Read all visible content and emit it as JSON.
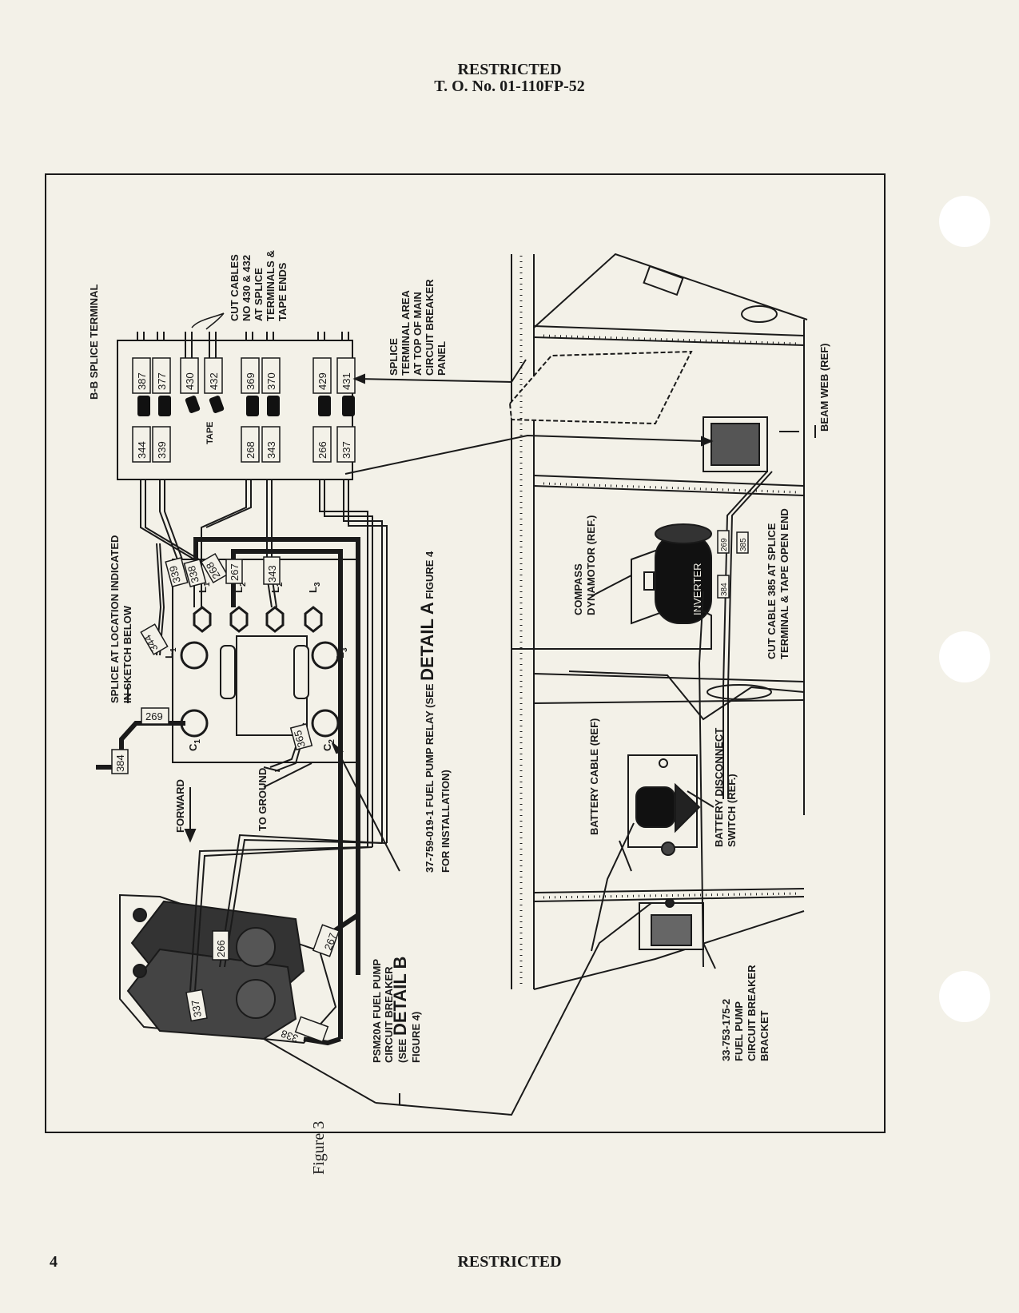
{
  "header": {
    "line1": "RESTRICTED",
    "line2": "T. O. No. 01-110FP-52"
  },
  "footer": {
    "page_number": "4",
    "classification": "RESTRICTED"
  },
  "figure": {
    "label": "Figure 3"
  },
  "callouts": {
    "bb_splice_terminal": "B-B SPLICE TERMINAL",
    "cut_cables": [
      "CUT CABLES",
      "NO 430 & 432",
      "AT SPLICE",
      "TERMINALS &",
      "TAPE ENDS"
    ],
    "tape": "TAPE",
    "splice_terminal_area": [
      "SPLICE",
      "TERMINAL AREA",
      "AT TOP OF MAIN",
      "CIRCUIT BREAKER",
      "PANEL"
    ],
    "splice_location": [
      "SPLICE AT LOCATION INDICATED",
      "IN SKETCH BELOW"
    ],
    "relay_line1_prefix": "37-759-019-1 FUEL PUMP RELAY (SEE ",
    "relay_detail": "DETAIL A",
    "relay_line1_suffix": " FIGURE 4",
    "relay_line2": "FOR INSTALLATION)",
    "to_ground": "TO GROUND",
    "forward": "FORWARD",
    "breaker_line1": "PSM20A FUEL PUMP",
    "breaker_line2": "CIRCUIT BREAKER",
    "breaker_line3_prefix": "(SEE ",
    "breaker_detail": "DETAIL B",
    "breaker_line4": "FIGURE 4)",
    "compass": [
      "COMPASS",
      "DYNAMOTOR  (REF.)"
    ],
    "inverter": "INVERTER",
    "cut_cable_385": [
      "CUT CABLE 385 AT SPLICE",
      "TERMINAL & TAPE OPEN END"
    ],
    "beam_web": "BEAM WEB (REF)",
    "battery_cable": "BATTERY CABLE (REF)",
    "battery_switch": [
      "BATTERY DISCONNECT",
      "SWITCH (REF.)"
    ],
    "bracket": [
      "33-753-175-2",
      "FUEL PUMP",
      "CIRCUIT BREAKER",
      "BRACKET"
    ]
  },
  "terminal_block": {
    "top_row": [
      "387",
      "377",
      "430",
      "432",
      "369",
      "370",
      "429",
      "431"
    ],
    "bottom_row": [
      "344",
      "339",
      "268",
      "343",
      "266",
      "337"
    ]
  },
  "relay_terminals": {
    "L1": "L",
    "L1_sub": "1",
    "L2": "L",
    "L2_sub": "2",
    "L3": "L",
    "L3_sub": "3",
    "C1": "C",
    "C1_sub": "1",
    "C2": "C",
    "C2_sub": "2"
  },
  "wire_tags": {
    "w339": "339",
    "w338": "338",
    "w268": "268",
    "w267": "267",
    "w343": "343",
    "w344": "344",
    "w269": "269",
    "w384": "384",
    "w365": "365",
    "w266": "266",
    "w267b": "267",
    "w337": "337",
    "w338b": "338",
    "w269b": "269",
    "w384b": "384",
    "w385": "385"
  }
}
